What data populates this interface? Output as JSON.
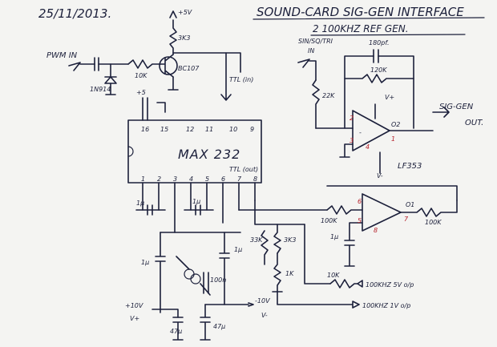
{
  "date": "25/11/2013.",
  "title": "SOUND-CARD SIG-GEN INTERFACE",
  "subtitle": "2 100KHZ REF GEN.",
  "ink_color": "#1b1f3a",
  "accent_color": "#b5202a",
  "labels": {
    "pwm_in": "PWM IN",
    "plus5v": "+5V",
    "r3k3_top": "3K3",
    "r10k": "10K",
    "bc107": "BC107",
    "d1n914": "1N914",
    "plus5_cap": "+5",
    "ttl_in": "TTL (in)",
    "pin16": "16",
    "pin15": "15",
    "pin12": "12",
    "pin11": "11",
    "pin10": "10",
    "pin9": "9",
    "max232": "MAX 232",
    "ttl_out": "TTL (out)",
    "pin1": "1",
    "pin2": "2",
    "pin3": "3",
    "pin4": "4",
    "pin5": "5",
    "pin6": "6",
    "pin7": "7",
    "pin8": "8",
    "c1u_a": "1µ",
    "c1u_b": "1µ",
    "c1u_c": "1µ",
    "c1u_d": "1µ",
    "c100n": "100n",
    "r33k": "33K",
    "r3k3_b": "3K3",
    "r1k": "1K",
    "plus10v": "+10V",
    "vplus_left": "V+",
    "c47u_a": "47µ",
    "c47u_b": "47µ",
    "minus10v": "-10V",
    "vminus": "V-",
    "sin_sq_tri_in": "SIN/SQ/TRI",
    "in_label": "IN",
    "c180p": "180pf.",
    "r120k": "120K",
    "r22k": "22K",
    "vplus_op": "V+",
    "o2": "O2",
    "sig_gen": "SIG-GEN",
    "out": "OUT.",
    "lf353": "LF353",
    "v_label": "V-",
    "o1": "O1",
    "r100k_a": "100K",
    "r100k_b": "100K",
    "c1u_e": "1µ",
    "r10k_b": "10K",
    "out_100khz_5v": "100KHZ 5V o/p",
    "out_100khz_1v": "100KHZ 1V o/p",
    "pin_red_2": "2",
    "pin_red_3": "3",
    "pin_red_6": "6",
    "pin_red_5": "5",
    "pin_red_7": "7",
    "pin_red_1": "1",
    "pin_red_4": "4",
    "pin_red_8": "8"
  }
}
